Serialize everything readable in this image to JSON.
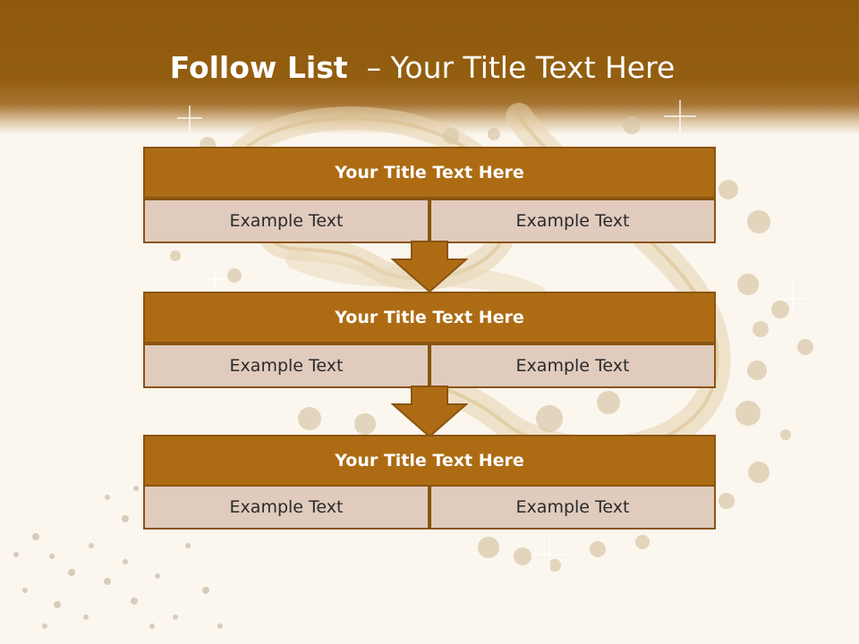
{
  "slide": {
    "title_bold": "Follow List",
    "title_rest": "– Your Title Text Here"
  },
  "blocks": [
    {
      "title": "Your Title Text Here",
      "cells": [
        "Example Text",
        "Example Text"
      ]
    },
    {
      "title": "Your Title Text Here",
      "cells": [
        "Example Text",
        "Example Text"
      ]
    },
    {
      "title": "Your Title Text Here",
      "cells": [
        "Example Text",
        "Example Text"
      ]
    }
  ],
  "colors": {
    "header_band": "#935e10",
    "title_fill": "#ad6c14",
    "cell_fill": "#e0cbbd",
    "border": "#8a5410",
    "background": "#fbf6ee"
  }
}
